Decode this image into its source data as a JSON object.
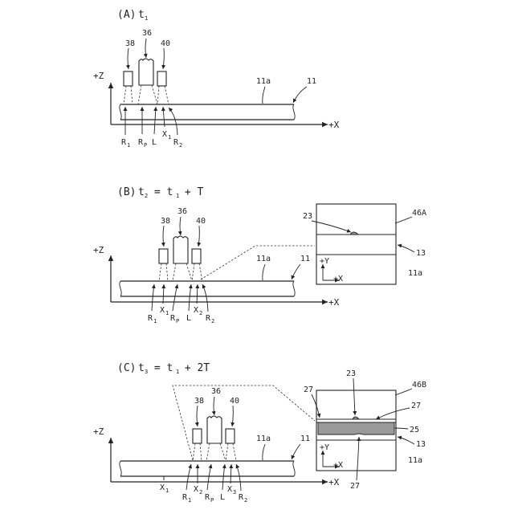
{
  "panels": [
    {
      "title_label": "(A)",
      "title_eq": "t",
      "title_sub": "1",
      "title_rest": "",
      "heads": {
        "left": "38",
        "center": "36",
        "right": "40"
      },
      "axis": {
        "z": "+Z",
        "x": "+X"
      },
      "strip": {
        "surface": "11a",
        "body": "11"
      },
      "positions": [
        {
          "label": "R",
          "sub": "1"
        },
        {
          "label": "R",
          "sub": "P"
        },
        {
          "label": "L",
          "sub": ""
        },
        {
          "label": "X",
          "sub": "1"
        },
        {
          "label": "R",
          "sub": "2"
        }
      ]
    },
    {
      "title_label": "(B)",
      "title_eq": "t",
      "title_sub": "2",
      "title_rest": " = t",
      "title_sub2": "1",
      "title_tail": " + T",
      "heads": {
        "left": "38",
        "center": "36",
        "right": "40"
      },
      "axis": {
        "z": "+Z",
        "x": "+X"
      },
      "strip": {
        "surface": "11a",
        "body": "11"
      },
      "positions": [
        {
          "label": "R",
          "sub": "1"
        },
        {
          "label": "X",
          "sub": "1"
        },
        {
          "label": "R",
          "sub": "P"
        },
        {
          "label": "L",
          "sub": ""
        },
        {
          "label": "X",
          "sub": "2"
        },
        {
          "label": "R",
          "sub": "2"
        }
      ],
      "inset": {
        "id": "46A",
        "defect": "23",
        "edge": "13",
        "surface": "11a",
        "y_axis": "+Y",
        "x_axis": "+X"
      }
    },
    {
      "title_label": "(C)",
      "title_eq": "t",
      "title_sub": "3",
      "title_rest": " = t",
      "title_sub2": "1",
      "title_tail": " + 2T",
      "heads": {
        "left": "38",
        "center": "36",
        "right": "40"
      },
      "axis": {
        "z": "+Z",
        "x": "+X"
      },
      "strip": {
        "surface": "11a",
        "body": "11"
      },
      "positions": [
        {
          "label": "X",
          "sub": "1"
        },
        {
          "label": "R",
          "sub": "1"
        },
        {
          "label": "X",
          "sub": "2"
        },
        {
          "label": "R",
          "sub": "P"
        },
        {
          "label": "L",
          "sub": ""
        },
        {
          "label": "X",
          "sub": "3"
        },
        {
          "label": "R",
          "sub": "2"
        }
      ],
      "inset": {
        "id": "46B",
        "defect": "23",
        "edge_left": "27",
        "edge_right": "27",
        "edge_bottom": "27",
        "band": "25",
        "edge": "13",
        "surface": "11a",
        "y_axis": "+Y",
        "x_axis": "+X"
      }
    }
  ]
}
